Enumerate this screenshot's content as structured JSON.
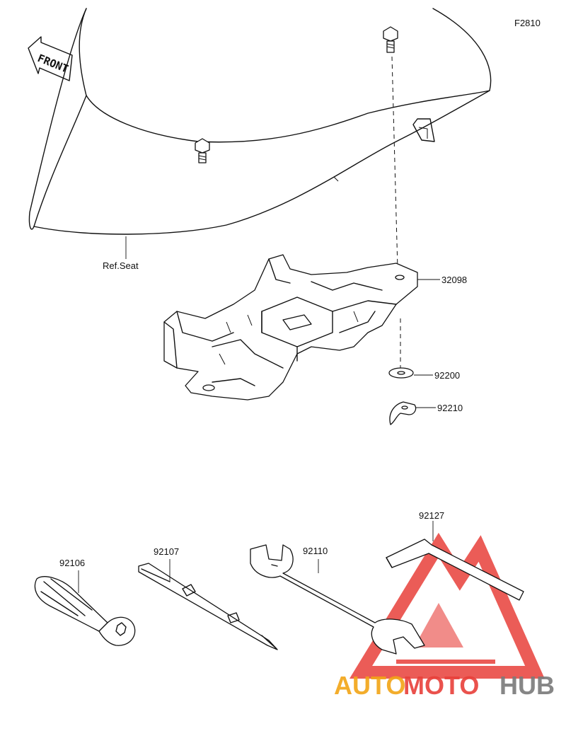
{
  "diagram": {
    "code": "F2810",
    "front_label": "FRONT",
    "ref_label": "Ref.Seat"
  },
  "parts": [
    {
      "number": "32098"
    },
    {
      "number": "92200"
    },
    {
      "number": "92210"
    },
    {
      "number": "92106"
    },
    {
      "number": "92107"
    },
    {
      "number": "92110"
    },
    {
      "number": "92127"
    }
  ],
  "watermark": {
    "word_a": "AUTO",
    "word_b": "MOTO",
    "word_c": "HUB",
    "colors": {
      "auto": "#f2a516",
      "moto": "#e8403a",
      "hub": "#7a7a7a",
      "logo": "#e8403a"
    }
  }
}
